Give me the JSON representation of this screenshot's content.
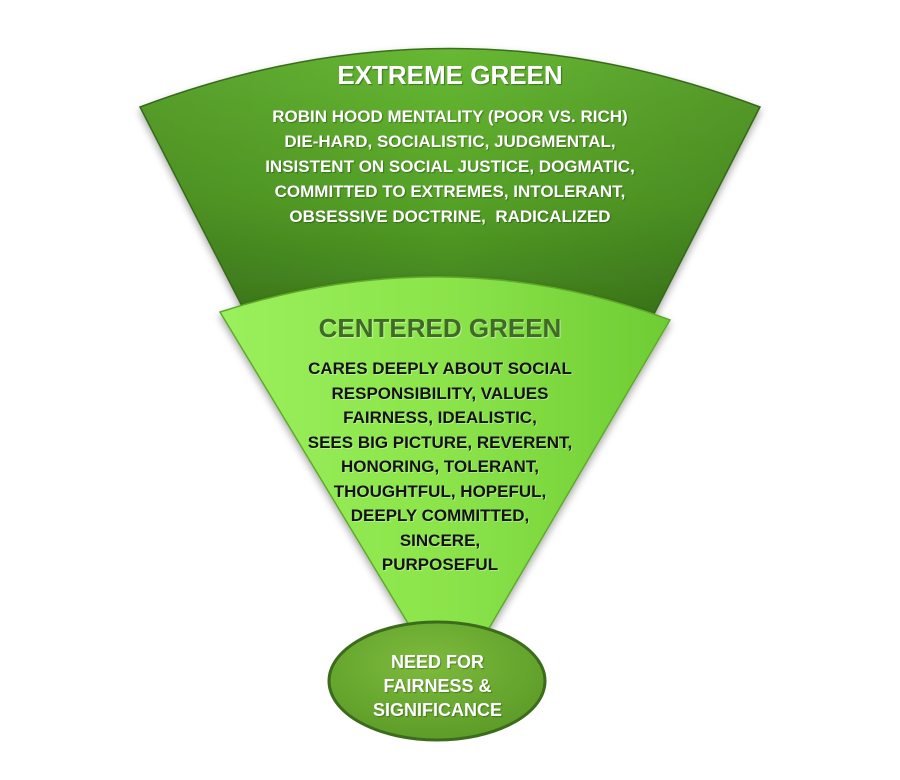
{
  "extreme": {
    "title": "EXTREME GREEN",
    "lines": [
      "ROBIN HOOD MENTALITY (POOR VS. RICH)",
      "DIE-HARD, SOCIALISTIC, JUDGMENTAL,",
      "INSISTENT ON SOCIAL JUSTICE, DOGMATIC,",
      "COMMITTED TO EXTREMES, INTOLERANT,",
      "OBSESSIVE DOCTRINE,  RADICALIZED"
    ]
  },
  "centered": {
    "title": "CENTERED GREEN",
    "lines": [
      "CARES DEEPLY ABOUT SOCIAL",
      "RESPONSIBILITY, VALUES",
      "FAIRNESS, IDEALISTIC,",
      "SEES BIG PICTURE, REVERENT,",
      "HONORING, TOLERANT,",
      "THOUGHTFUL, HOPEFUL,",
      "DEEPLY COMMITTED,",
      "SINCERE,",
      "PURPOSEFUL"
    ]
  },
  "need": {
    "lines": [
      "NEED FOR",
      "FAIRNESS &",
      "SIGNIFICANCE"
    ]
  },
  "colors": {
    "extreme_fill": "#5aa82a",
    "centered_fill": "#8ee84b",
    "oval_fill": "#6cac30"
  }
}
